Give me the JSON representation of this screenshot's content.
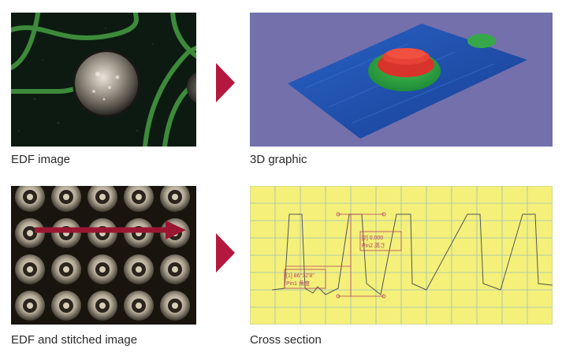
{
  "captions": {
    "edf_image": "EDF image",
    "graphic_3d": "3D graphic",
    "edf_stitched": "EDF and stitched image",
    "cross_section": "Cross section"
  },
  "cross_section_annotations": {
    "label_left_line1": "[1] 86°32'8\"",
    "label_left_line2": "Pin1 角度",
    "label_right_line1": "[2] 0.000",
    "label_right_line2": "Pin2 高さ"
  },
  "colors": {
    "arrow_accent": "#b5183f",
    "pcb_dark": "#0c1a12",
    "trace_green": "#3d8a3a",
    "bg_3d": "#7470ac",
    "plane_blue": "#1e53b0",
    "graph_yellow": "#f4f07a",
    "grid_line": "#9fbfb8",
    "stitch_arrow": "#9b1731"
  }
}
